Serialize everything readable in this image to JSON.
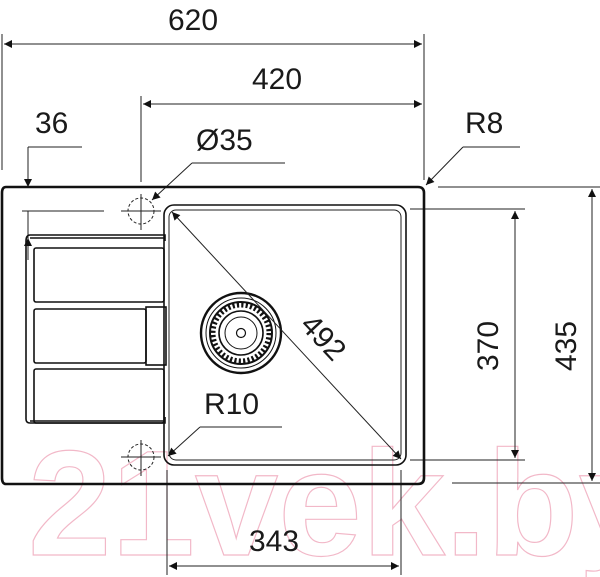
{
  "drawing": {
    "subject": "kitchen sink with drainer - top view dimension drawing",
    "dimensions": {
      "overall_width": "620",
      "bowl_section_width": "420",
      "tap_hole_offset": "36",
      "tap_hole_diameter": "Ø35",
      "outer_corner_radius": "R8",
      "bowl_diagonal": "492",
      "bowl_corner_radius": "R10",
      "bowl_depth": "370",
      "overall_depth": "435",
      "bowl_width": "343"
    },
    "watermark": "21vek.by",
    "colors": {
      "line": "#111111",
      "text": "#1a1a1a",
      "watermark": "#f2b8c8",
      "background": "#ffffff"
    }
  }
}
